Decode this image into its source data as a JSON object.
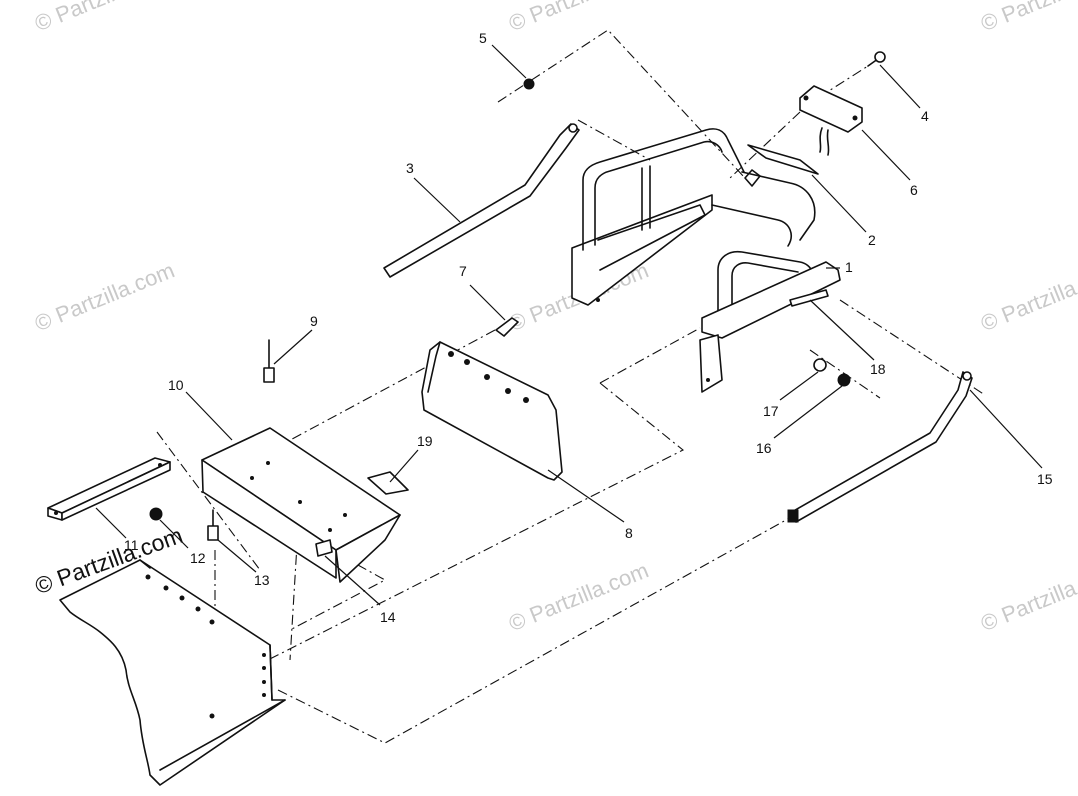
{
  "watermark": {
    "text": "© Partzilla.com"
  },
  "copyright": {
    "text": "© Partzilla.com"
  },
  "callouts": [
    "1",
    "2",
    "3",
    "4",
    "5",
    "6",
    "7",
    "8",
    "9",
    "10",
    "11",
    "12",
    "13",
    "14",
    "15",
    "16",
    "17",
    "18",
    "19"
  ]
}
